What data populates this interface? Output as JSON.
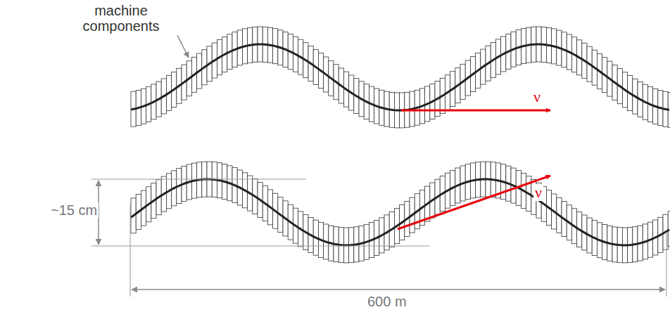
{
  "diagram": {
    "labels": [
      "machine components",
      "ν",
      "ν",
      "~15 cm",
      "600 m"
    ]
  }
}
